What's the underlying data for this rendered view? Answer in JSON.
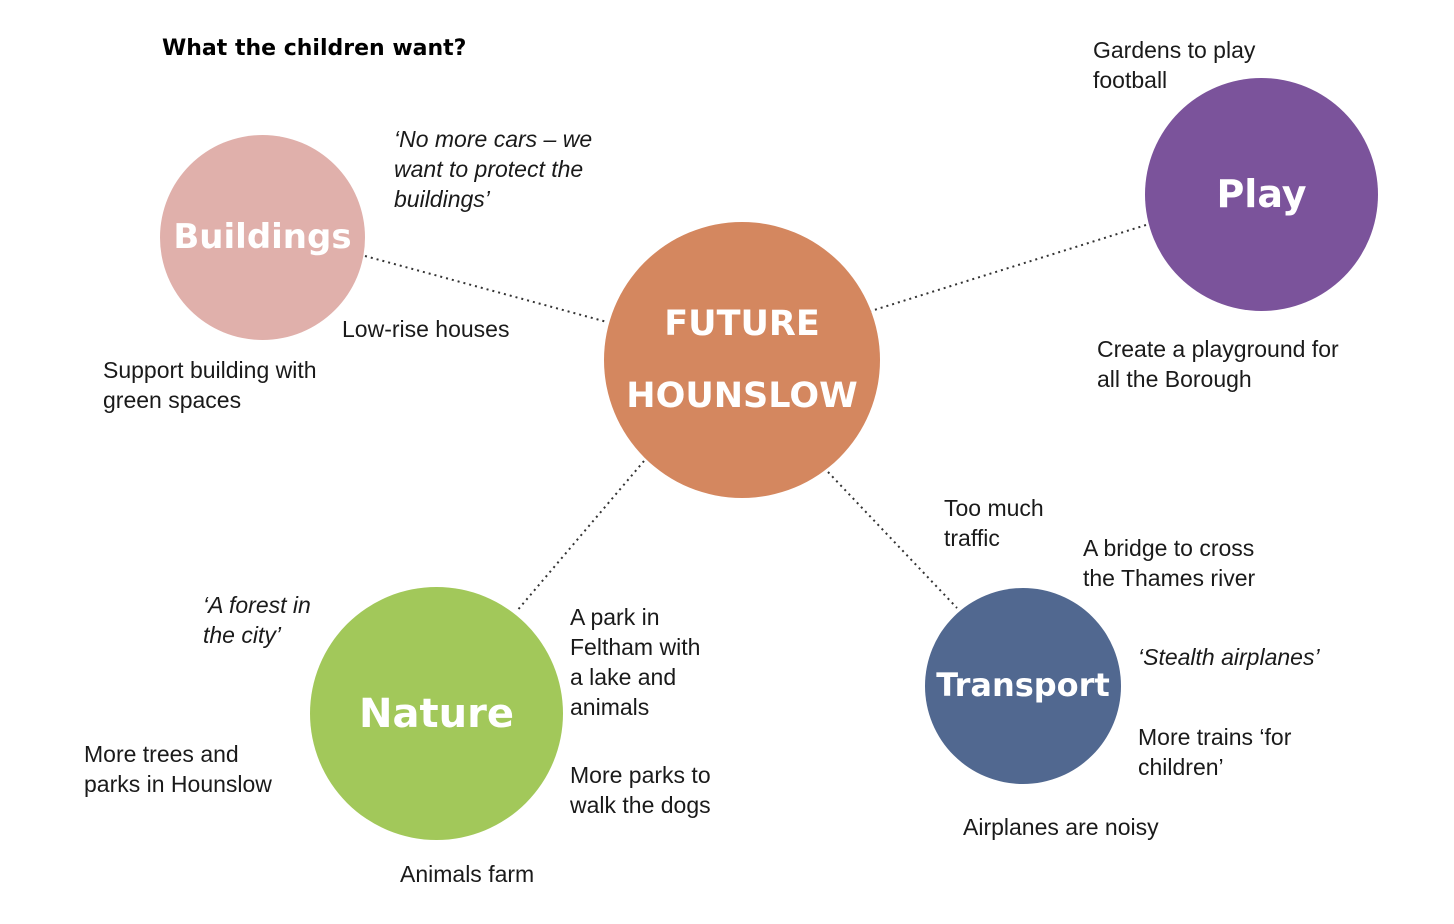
{
  "title": "What the children want?",
  "center": {
    "label": "FUTURE\nHOUNSLOW",
    "color": "#d4875f"
  },
  "themes": {
    "buildings": {
      "label": "Buildings",
      "color": "#e0b0ab"
    },
    "play": {
      "label": "Play",
      "color": "#7b539b"
    },
    "nature": {
      "label": "Nature",
      "color": "#a2c85a"
    },
    "transport": {
      "label": "Transport",
      "color": "#516890"
    }
  },
  "notes": {
    "buildings": {
      "quote": "‘No more cars – we\nwant to protect the\nbuildings’",
      "low_rise": "Low-rise houses",
      "support": "Support building with\ngreen spaces"
    },
    "play": {
      "gardens": "Gardens to play\nfootball",
      "playground": "Create a playground for\nall the Borough"
    },
    "nature": {
      "forest": "‘A forest in\nthe city’",
      "park": "A park in\nFeltham with\na lake and\nanimals",
      "trees": "More trees and\nparks in Hounslow",
      "dogs": "More parks to\nwalk the dogs",
      "farm": "Animals farm"
    },
    "transport": {
      "traffic": "Too much\ntraffic",
      "bridge": "A bridge to cross\nthe Thames river",
      "stealth": "‘Stealth airplanes’",
      "trains": "More trains ‘for\nchildren’",
      "noisy": "Airplanes are noisy"
    }
  }
}
